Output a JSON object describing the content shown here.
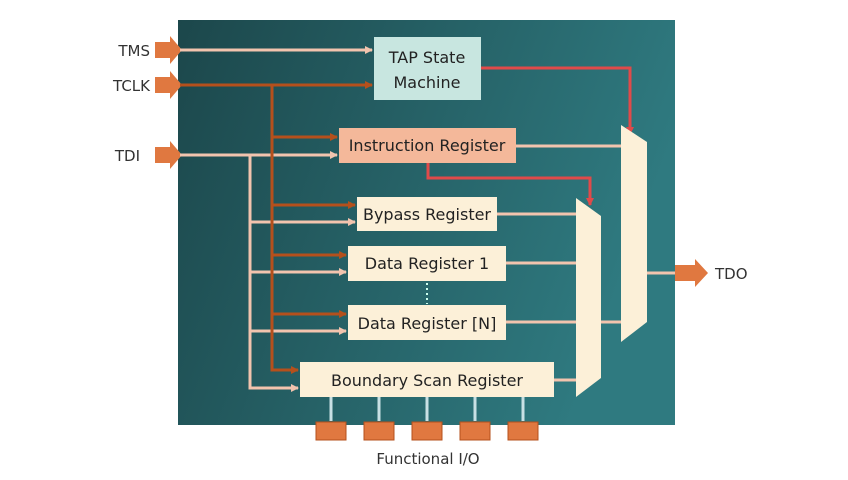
{
  "inputs": {
    "tms": "TMS",
    "tclk": "TCLK",
    "tdi": "TDI"
  },
  "output": {
    "tdo": "TDO"
  },
  "blocks": {
    "tap_line1": "TAP State",
    "tap_line2": "Machine",
    "instruction": "Instruction Register",
    "bypass": "Bypass Register",
    "data1": "Data Register 1",
    "datan": "Data Register [N]",
    "boundary": "Boundary Scan Register"
  },
  "footer": "Functional I/O",
  "colors": {
    "clock": "#b5501c",
    "data": "#f2c4ae",
    "control": "#e04a4a",
    "pin": "#e07840",
    "chip_dark": "#1c474b",
    "chip_light": "#2f7a80"
  }
}
